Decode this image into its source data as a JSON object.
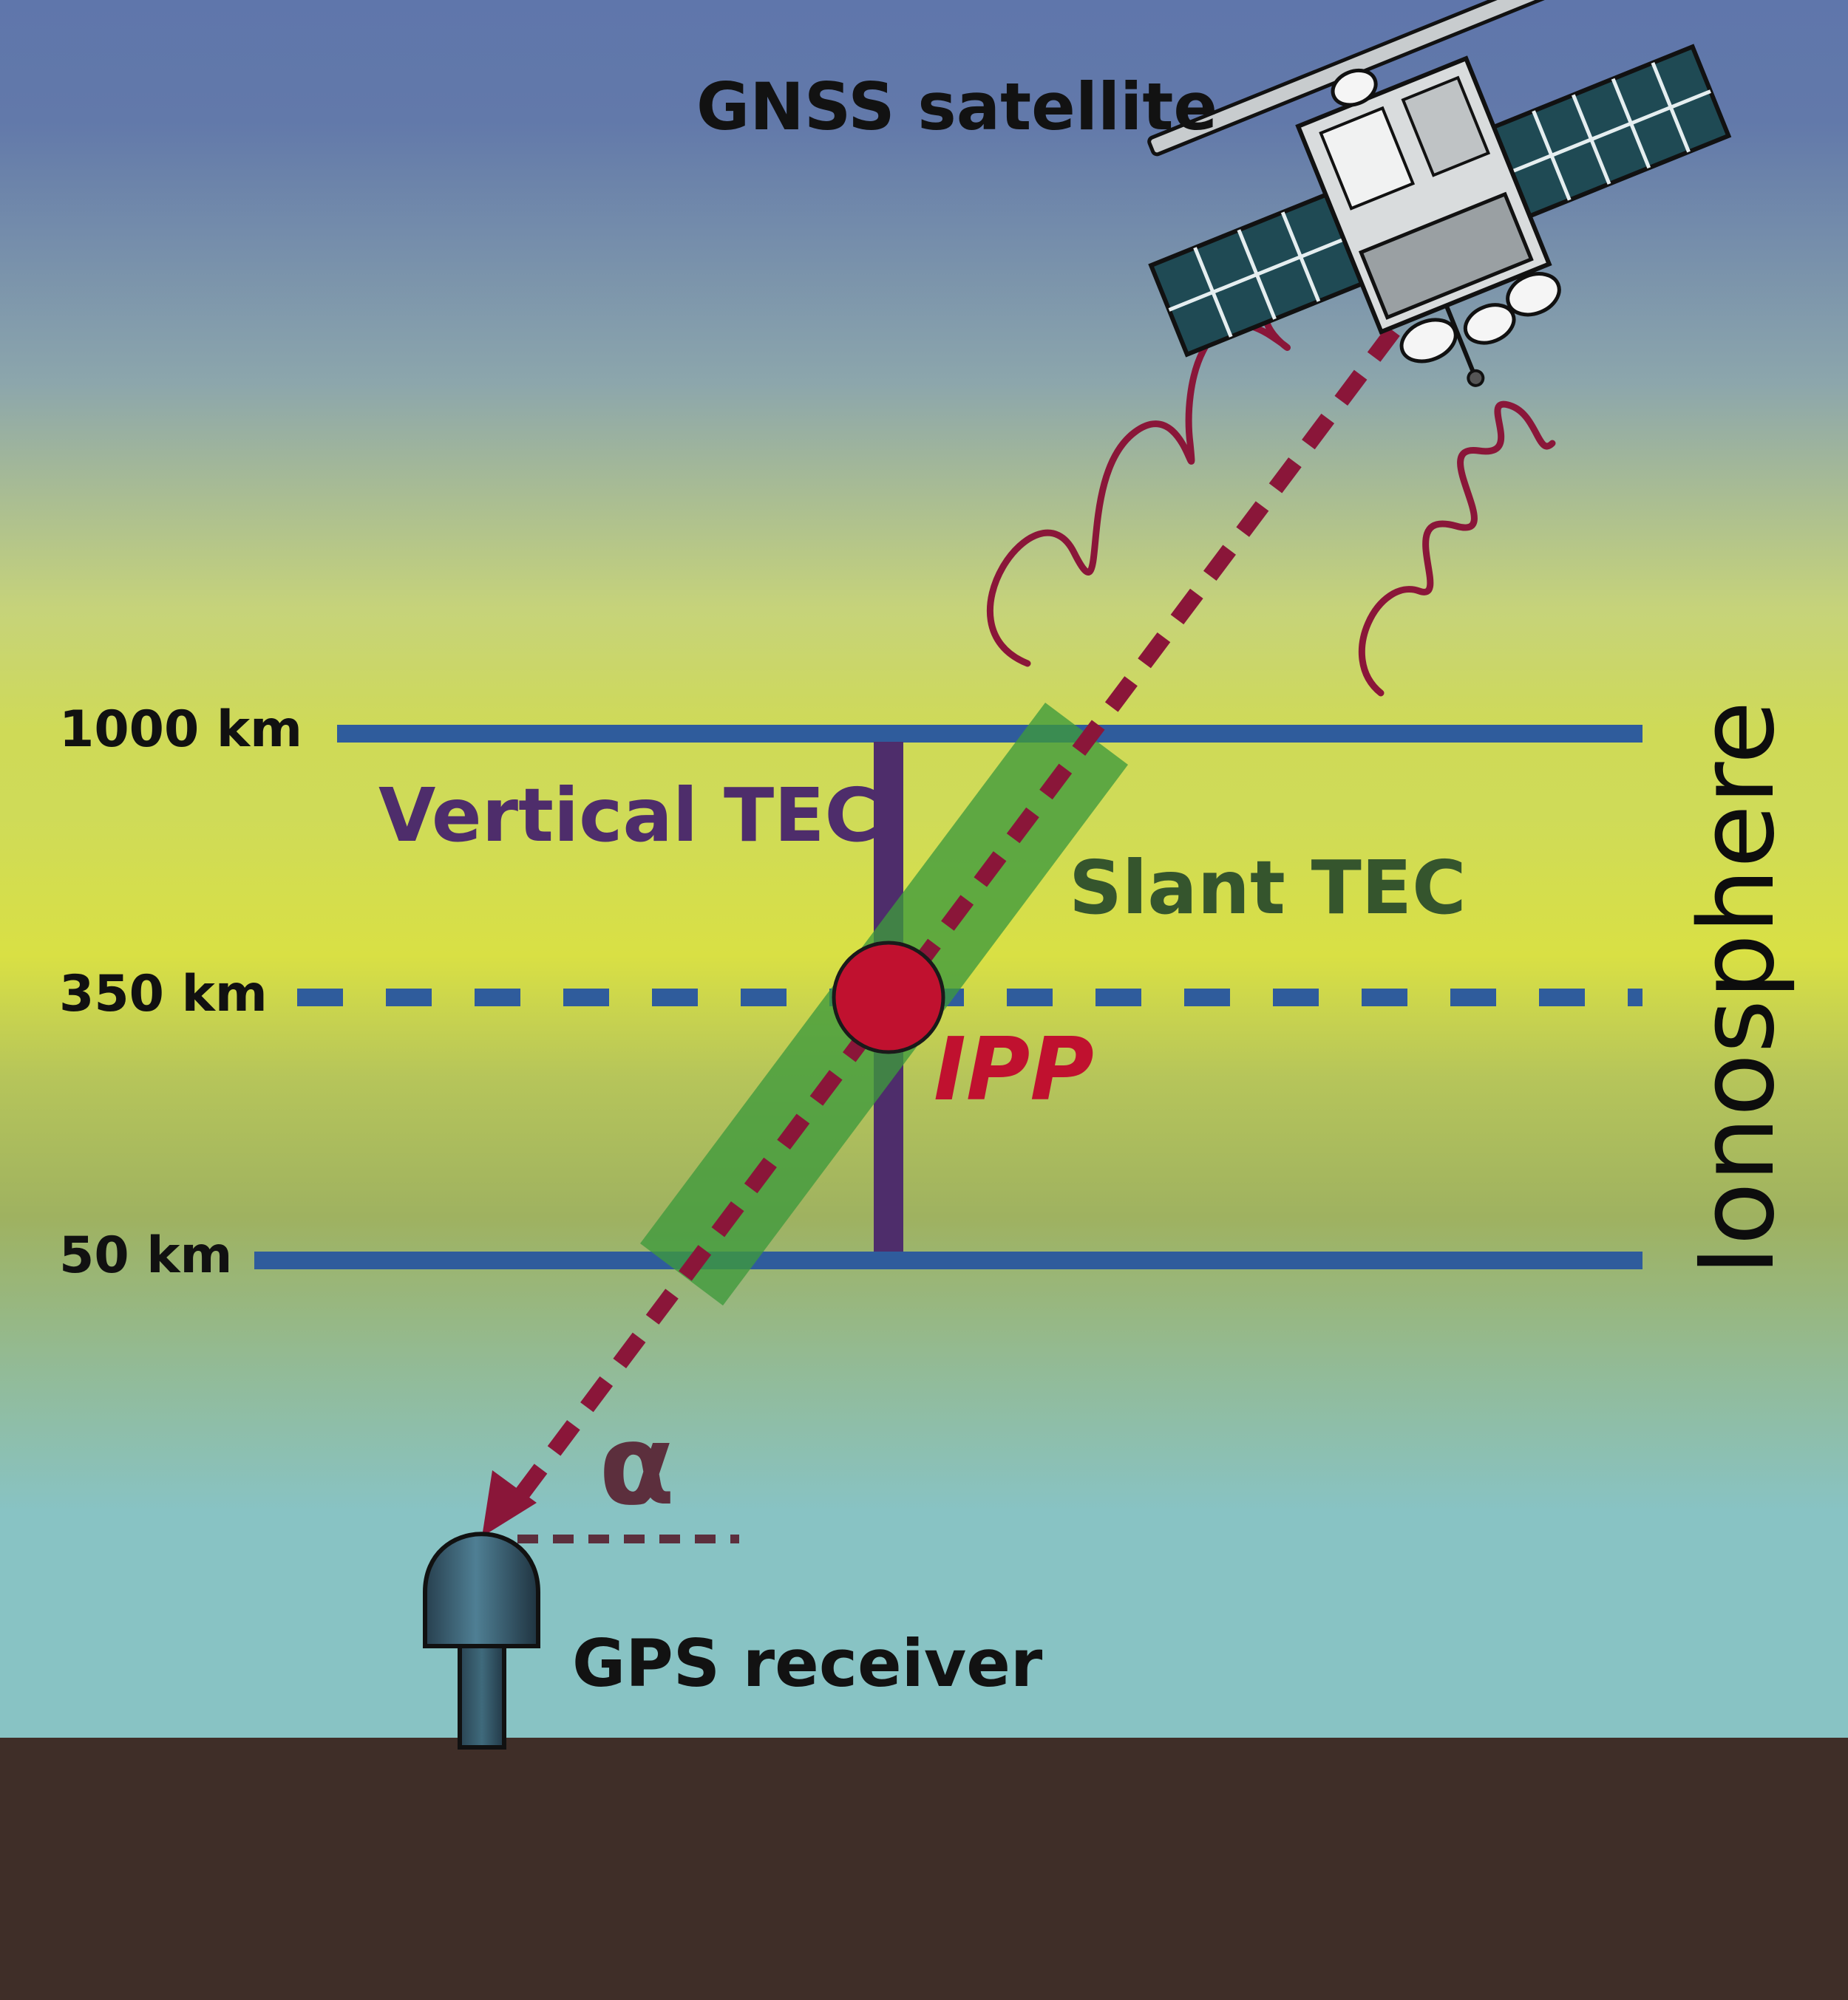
{
  "satellite": {
    "label": "GNSS satellite"
  },
  "receiver": {
    "label": "GPS receiver"
  },
  "layers": {
    "top": {
      "label": "1000 km"
    },
    "middle": {
      "label": "350 km"
    },
    "bottom": {
      "label": "50 km"
    },
    "region": {
      "label": "Ionosphere"
    }
  },
  "tec": {
    "vertical": {
      "label": "Vertical TEC"
    },
    "slant": {
      "label": "Slant TEC"
    }
  },
  "ipp": {
    "label": "IPP"
  },
  "angle": {
    "label": "α"
  },
  "colors": {
    "sky_top": "#5f76ab",
    "sky_mid": "#d6e04a",
    "sky_low": "#88c3c4",
    "ground": "#3f2e28",
    "layer_line": "#2f5c9c",
    "vertical_tec": "#4e2d6b",
    "slant_tec_band": "#3e9a3c",
    "slant_tec_text": "#35552d",
    "signal": "#8a1639",
    "ipp": "#c0112f",
    "angle": "#5c2f3d"
  }
}
